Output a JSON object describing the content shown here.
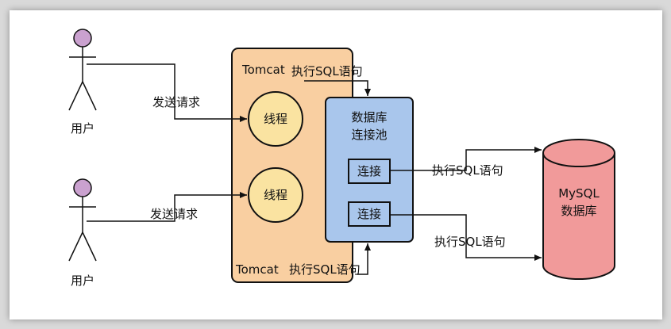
{
  "users": [
    {
      "label": "用户"
    },
    {
      "label": "用户"
    }
  ],
  "send_request_label": "发送请求",
  "tomcat": {
    "label": "Tomcat"
  },
  "threads": [
    {
      "label": "线程"
    },
    {
      "label": "线程"
    }
  ],
  "pool": {
    "title_line1": "数据库",
    "title_line2": "连接池",
    "connections": [
      {
        "label": "连接"
      },
      {
        "label": "连接"
      }
    ]
  },
  "exec_sql_label": "执行SQL语句",
  "mysql": {
    "line1": "MySQL",
    "line2": "数据库"
  },
  "colors": {
    "tomcat_fill": "#f9cfa1",
    "thread_fill": "#fae3a1",
    "pool_fill": "#a9c6ec",
    "db_fill": "#f19a9a",
    "head_fill": "#caa1cf"
  }
}
